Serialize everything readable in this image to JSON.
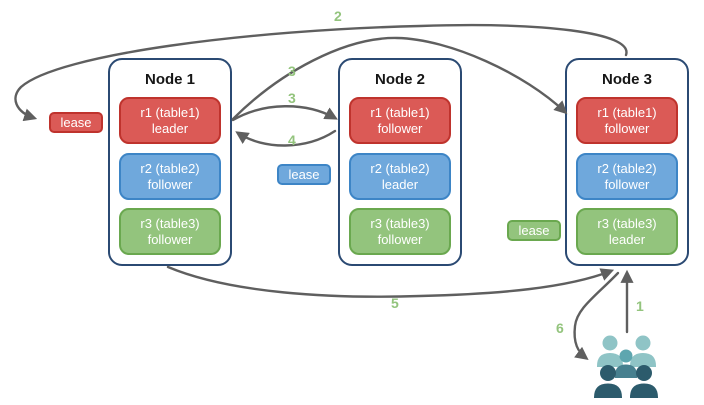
{
  "diagram": {
    "colors": {
      "red": {
        "fill": "#db5a56",
        "border": "#bf332d",
        "text": "#ffffff"
      },
      "blue": {
        "fill": "#6fa8dc",
        "border": "#3d85c6",
        "text": "#ffffff"
      },
      "green": {
        "fill": "#93c47d",
        "border": "#6aa84f",
        "text": "#ffffff"
      },
      "node_border": "#2b4a73",
      "arrow": "#5f5f5f",
      "step_text": "#93c47d",
      "people": {
        "light": "#8fc4c6",
        "mid": "#5ea6af",
        "mid_body": "#47808f",
        "dark": "#2c5b6c"
      }
    },
    "nodes": [
      {
        "name": "Node 1",
        "replicas": [
          {
            "label": "r1 (table1)",
            "role": "leader",
            "color": "red"
          },
          {
            "label": "r2 (table2)",
            "role": "follower",
            "color": "blue"
          },
          {
            "label": "r3 (table3)",
            "role": "follower",
            "color": "green"
          }
        ]
      },
      {
        "name": "Node 2",
        "replicas": [
          {
            "label": "r1 (table1)",
            "role": "follower",
            "color": "red"
          },
          {
            "label": "r2 (table2)",
            "role": "leader",
            "color": "blue"
          },
          {
            "label": "r3 (table3)",
            "role": "follower",
            "color": "green"
          }
        ]
      },
      {
        "name": "Node 3",
        "replicas": [
          {
            "label": "r1 (table1)",
            "role": "follower",
            "color": "red"
          },
          {
            "label": "r2 (table2)",
            "role": "follower",
            "color": "blue"
          },
          {
            "label": "r3 (table3)",
            "role": "leader",
            "color": "green"
          }
        ]
      }
    ],
    "leases": [
      {
        "label": "lease",
        "color": "red"
      },
      {
        "label": "lease",
        "color": "blue"
      },
      {
        "label": "lease",
        "color": "green"
      }
    ],
    "steps": {
      "s1": "1",
      "s2": "2",
      "s3a": "3",
      "s3b": "3",
      "s4": "4",
      "s5": "5",
      "s6": "6"
    },
    "icons": {
      "users": "users-icon"
    }
  }
}
